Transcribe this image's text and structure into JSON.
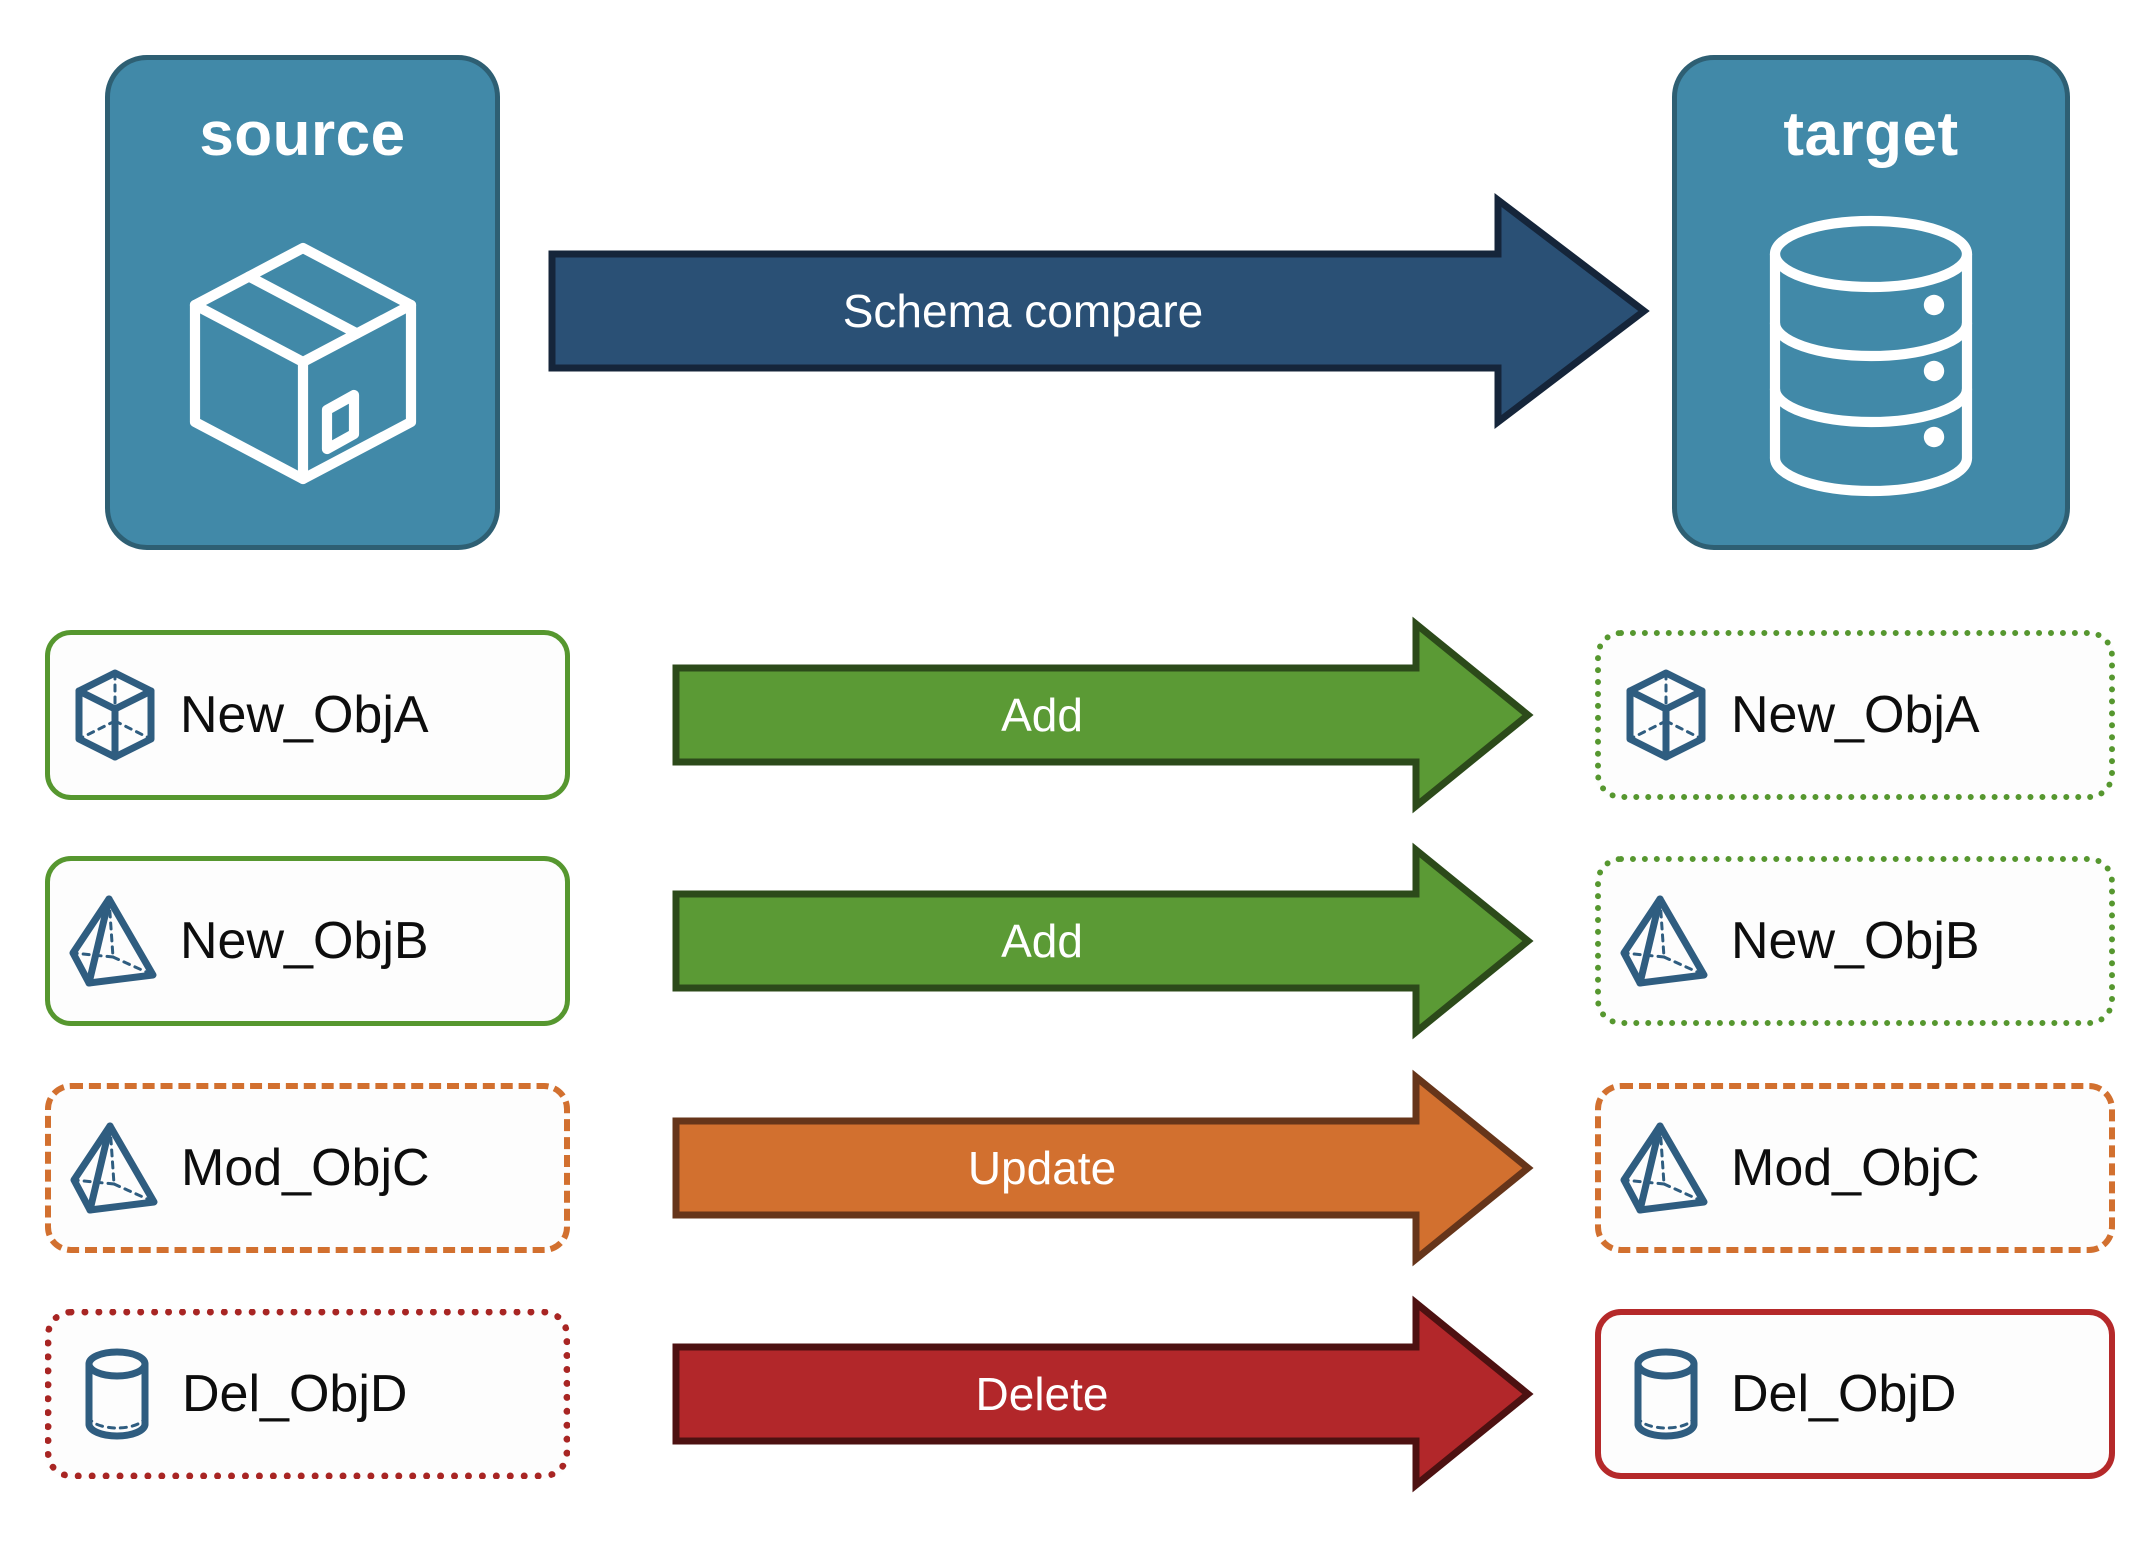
{
  "diagram": {
    "title_source": "source",
    "title_target": "target",
    "main_arrow_label": "Schema compare"
  },
  "colors": {
    "panel_fill": "#4189a8",
    "panel_border": "#2e5f73",
    "main_arrow_fill": "#2a5075",
    "main_arrow_border": "#15253a",
    "add_fill": "#5b9a35",
    "add_border": "#2c4a1a",
    "update_fill": "#d2702f",
    "update_border": "#66351a",
    "delete_fill": "#b2272a",
    "delete_border": "#4d1111",
    "object_icon": "#2f5d80",
    "object_text": "#0d0d0d",
    "green": "#56972f",
    "orange": "#d2702f",
    "red": "#b5292a",
    "background": "#ffffff"
  },
  "rows": [
    {
      "action": "Add",
      "arrow_fill": "#5b9a35",
      "arrow_border": "#2c4a1a",
      "source": {
        "name": "New_ObjA",
        "icon": "cube-wireframe-icon",
        "border_style": "solid",
        "border_color": "#56972f"
      },
      "target": {
        "name": "New_ObjA",
        "icon": "cube-wireframe-icon",
        "border_style": "dotted",
        "border_color": "#56972f"
      }
    },
    {
      "action": "Add",
      "arrow_fill": "#5b9a35",
      "arrow_border": "#2c4a1a",
      "source": {
        "name": "New_ObjB",
        "icon": "pyramid-wireframe-icon",
        "border_style": "solid",
        "border_color": "#56972f"
      },
      "target": {
        "name": "New_ObjB",
        "icon": "pyramid-wireframe-icon",
        "border_style": "dotted",
        "border_color": "#56972f"
      }
    },
    {
      "action": "Update",
      "arrow_fill": "#d2702f",
      "arrow_border": "#66351a",
      "source": {
        "name": "Mod_ObjC",
        "icon": "pyramid-wireframe-icon",
        "border_style": "dashed",
        "border_color": "#d2702f"
      },
      "target": {
        "name": "Mod_ObjC",
        "icon": "pyramid-wireframe-icon",
        "border_style": "dashed",
        "border_color": "#d2702f"
      }
    },
    {
      "action": "Delete",
      "arrow_fill": "#b2272a",
      "arrow_border": "#4d1111",
      "source": {
        "name": "Del_ObjD",
        "icon": "cylinder-wireframe-icon",
        "border_style": "dotted",
        "border_color": "#a82523"
      },
      "target": {
        "name": "Del_ObjD",
        "icon": "cylinder-wireframe-icon",
        "border_style": "solid",
        "border_color": "#b5292a"
      }
    }
  ],
  "icons": {
    "source_panel": "package-box-icon",
    "target_panel": "database-cylinder-icon",
    "main_arrow": "right-arrow-icon"
  }
}
